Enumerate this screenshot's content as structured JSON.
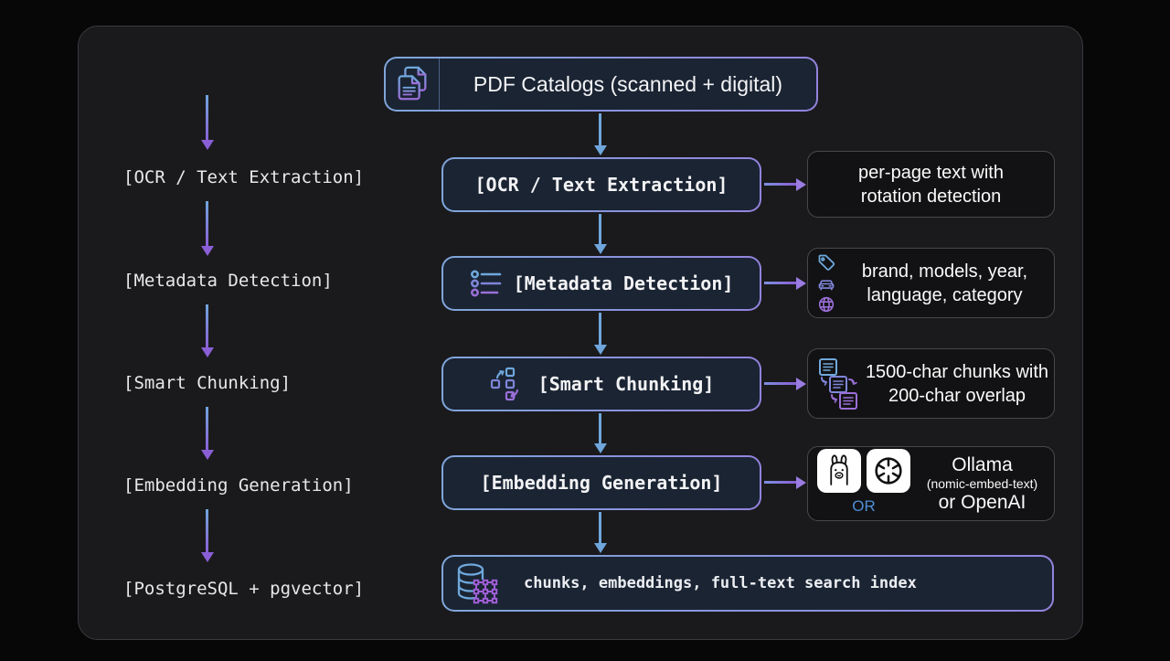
{
  "diagram": {
    "source_box": {
      "label": "PDF Catalogs (scanned + digital)",
      "icon": "documents-icon"
    },
    "left_labels": [
      "[OCR / Text Extraction]",
      "[Metadata Detection]",
      "[Smart Chunking]",
      "[Embedding Generation]",
      "[PostgreSQL + pgvector]"
    ],
    "stages": [
      {
        "label": "[OCR / Text Extraction]"
      },
      {
        "label": "[Metadata Detection]",
        "icon": "list-icon"
      },
      {
        "label": "[Smart Chunking]",
        "icon": "chunks-icon"
      },
      {
        "label": "[Embedding Generation]"
      }
    ],
    "storage_box": {
      "label": "chunks, embeddings, full-text search index",
      "icon": "database-icon"
    },
    "annotations": {
      "ocr": {
        "line1": "per-page text with",
        "line2": "rotation detection"
      },
      "metadata": {
        "line1": "brand, models, year,",
        "line2": "language, category",
        "icons": [
          "tag-icon",
          "car-icon",
          "globe-icon"
        ]
      },
      "chunking": {
        "line1": "1500-char chunks with",
        "line2": "200-char overlap",
        "icon": "overlap-docs-icon"
      },
      "embedding": {
        "title": "Ollama",
        "subtitle": "(nomic-embed-text)",
        "alt": "or OpenAI",
        "or_label": "OR",
        "icons": [
          "ollama-icon",
          "openai-icon"
        ]
      }
    },
    "colors": {
      "panel_bg": "#1a1a1d",
      "panel_border": "#3a3a3e",
      "node_bg": "#1a2433",
      "node_border_blue": "#7fa6da",
      "node_border_purple": "#9383dd",
      "arrow_blue": "#6fa6db",
      "arrow_purple": "#8a5fd6",
      "arrow_purple_light": "#9a7ce2",
      "ann_border": "#48484d",
      "or_color": "#4d8fd6"
    }
  }
}
